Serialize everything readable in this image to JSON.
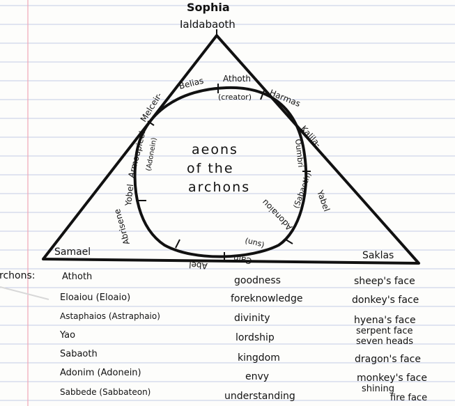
{
  "top": {
    "name": "Sophia",
    "sub": "Ialdabaoth"
  },
  "corners": {
    "left": "Samael",
    "right": "Saklas"
  },
  "center": {
    "line1": "aeons",
    "line2": "of the",
    "line3": "archons"
  },
  "ring": {
    "belias": "Belias",
    "athoth": "Athoth",
    "creator": "(creator)",
    "harmas": "Harmas",
    "kalila": "Kalila-",
    "oumbri": "Oumbri",
    "yabel": "Yabel",
    "adonaiou": "Adonaiou",
    "sabaoth_paren": "(Sabaoth)",
    "cain": "Cain",
    "sun": "(sun)",
    "abel": "Abel",
    "abrisene": "Abrisene",
    "yobel": "Yobel",
    "armoupieel": "Armoupieel",
    "melceir": "Melceir-",
    "adonein_paren": "(Adonein)"
  },
  "archons": {
    "heading": "rchons:",
    "rows": [
      {
        "name": "Athoth",
        "attr": "goodness",
        "face": "sheep's face"
      },
      {
        "name": "Eloaiou (Eloaio)",
        "attr": "foreknowledge",
        "face": "donkey's face"
      },
      {
        "name": "Astaphaios (Astraphaio)",
        "attr": "divinity",
        "face": "hyena's face"
      },
      {
        "name": "Yao",
        "attr": "lordship",
        "face": "serpent face",
        "face2": "seven heads"
      },
      {
        "name": "Sabaoth",
        "attr": "kingdom",
        "face": "dragon's face"
      },
      {
        "name": "Adonim (Adonein)",
        "attr": "envy",
        "face": "monkey's face"
      },
      {
        "name": "Sabbede (Sabbateon)",
        "attr": "understanding",
        "face": "shining",
        "face2": "fire face"
      }
    ]
  }
}
